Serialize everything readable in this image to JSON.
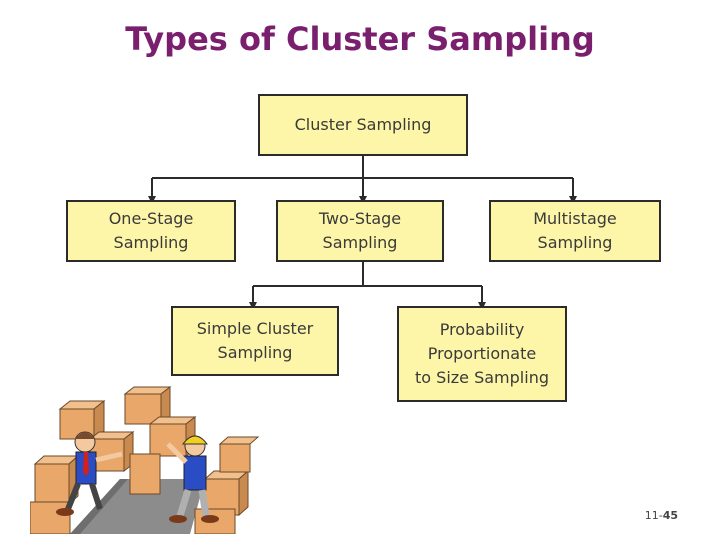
{
  "title": "Types of Cluster Sampling",
  "diagram": {
    "root": "Cluster Sampling",
    "level1": {
      "one_stage": "One-Stage\nSampling",
      "two_stage": "Two-Stage\nSampling",
      "multistage": "Multistage\nSampling"
    },
    "level2": {
      "simple_cluster": "Simple Cluster\nSampling",
      "pps": "Probability\nProportionate\nto Size Sampling"
    }
  },
  "footer": {
    "chapter": "11-",
    "page": "45"
  },
  "colors": {
    "title": "#7a1f6e",
    "box_fill": "#fdf6a8",
    "box_border": "#2b2b2b"
  }
}
